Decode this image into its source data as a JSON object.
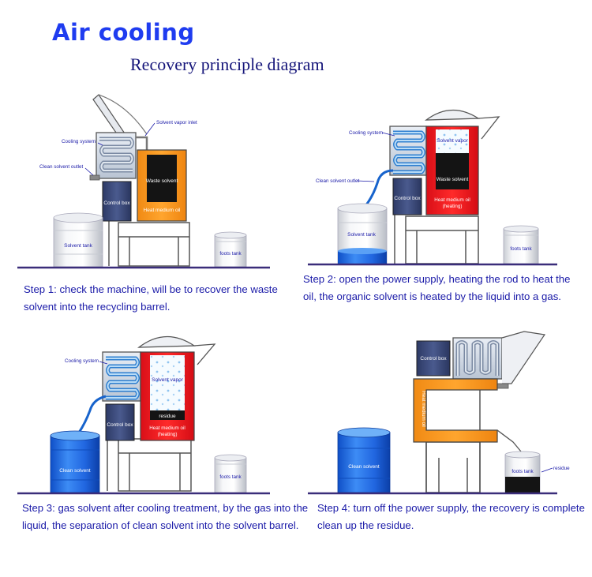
{
  "title": "Air cooling",
  "subtitle": "Recovery principle diagram",
  "colors": {
    "title": "#1f3cf0",
    "caption": "#1a1aa8",
    "heat_oil_off": "#f7941d",
    "heat_oil_on": "#ee1c25",
    "clean_solvent": "#1a64e6",
    "residue": "#111111"
  },
  "panels": {
    "step1": {
      "labels": {
        "solvent_vapor_inlet": "Solvent vapor inlet",
        "cooling_system": "Cooling system",
        "clean_solvent_outlet": "Clean solvent outlet",
        "waste_solvent": "Waste solvent",
        "control_box": "Control box",
        "heat_medium_oil": "Heat medium oil",
        "solvent_tank": "Solvent tank",
        "foots_tank": "foots tank"
      },
      "caption": [
        "Step 1: check the machine, will be to recover the waste",
        "solvent into the recycling barrel."
      ]
    },
    "step2": {
      "labels": {
        "cooling_system": "Cooling system",
        "solvent_vapor": "Solvent vapor",
        "clean_solvent_outlet": "Clean solvent outlet",
        "waste_solvent": "Waste solvent",
        "control_box": "Control box",
        "heat_medium_oil": "Heat medium oil",
        "heating": "(heating)",
        "solvent_tank": "Solvent tank",
        "foots_tank": "foots tank"
      },
      "caption": [
        "Step 2: open the power supply, heating the rod to heat the",
        "oil, the organic solvent is heated by the liquid into a gas."
      ]
    },
    "step3": {
      "labels": {
        "cooling_system": "Cooling system",
        "solvent_vapor": "Solvent vapor",
        "residue": "residue",
        "control_box": "Control box",
        "heat_medium_oil": "Heat medium oil",
        "heating": "(heating)",
        "clean_solvent": "Clean solvent",
        "foots_tank": "foots tank"
      },
      "caption": [
        "Step 3: gas solvent after cooling treatment, by the gas into the",
        "liquid, the separation of clean solvent into the solvent barrel."
      ]
    },
    "step4": {
      "labels": {
        "control_box": "Control box",
        "heat_medium_oil": "Heat medium oil",
        "clean_solvent": "Clean solvent",
        "foots_tank": "foots tank",
        "residue": "residue"
      },
      "caption": [
        "Step 4: turn off the power supply, the recovery is complete",
        "clean up the residue."
      ]
    }
  }
}
